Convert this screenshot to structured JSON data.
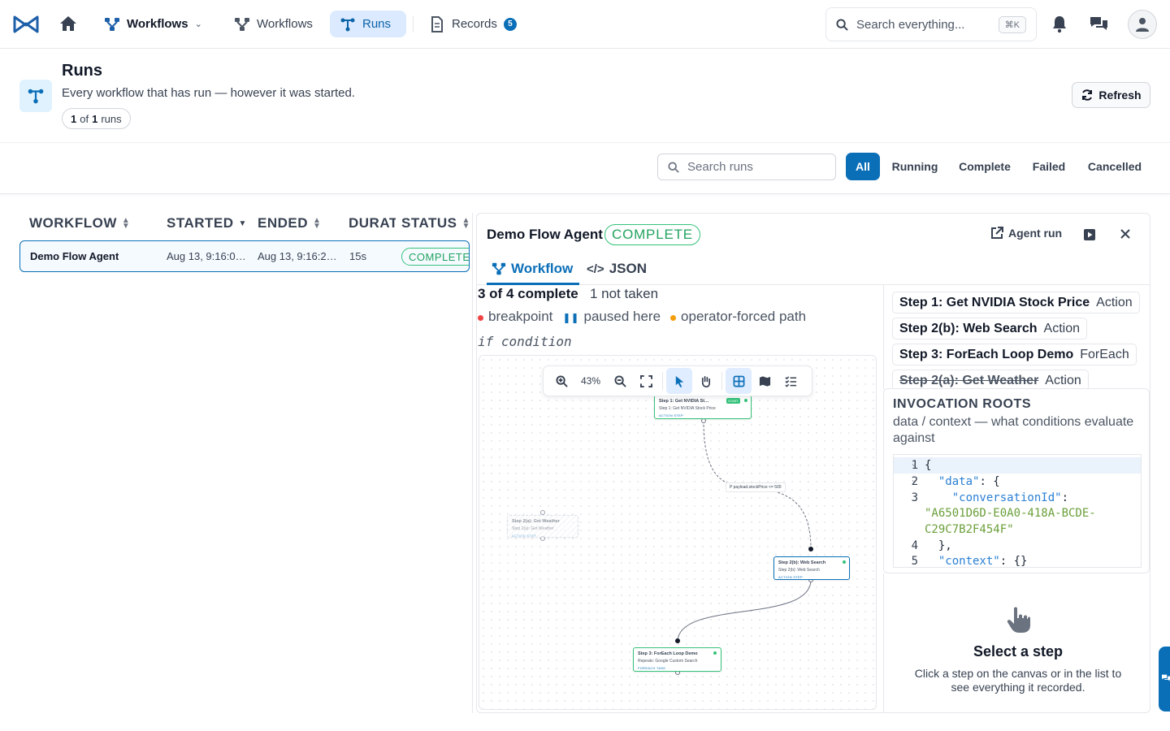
{
  "nav": {
    "workflows_dropdown": "Workflows",
    "workflows_link": "Workflows",
    "runs_link": "Runs",
    "records_link": "Records",
    "records_badge": "5",
    "search_placeholder": "Search everything...",
    "search_shortcut": "⌘K"
  },
  "header": {
    "title": "Runs",
    "subtitle": "Every workflow that has run — however it was started.",
    "count_current": "1",
    "count_of": "of",
    "count_total": "1",
    "count_unit": "runs",
    "refresh_label": "Refresh"
  },
  "filters": {
    "search_placeholder": "Search runs",
    "all": "All",
    "running": "Running",
    "complete": "Complete",
    "failed": "Failed",
    "cancelled": "Cancelled"
  },
  "table": {
    "columns": [
      "WORKFLOW",
      "STARTED",
      "ENDED",
      "DURAT",
      "STATUS"
    ],
    "rows": [
      {
        "workflow": "Demo Flow Agent",
        "started": "Aug 13, 9:16:0…",
        "ended": "Aug 13, 9:16:2…",
        "duration": "15s",
        "status": "COMPLETE"
      }
    ]
  },
  "detail": {
    "title": "Demo Flow Agent",
    "status": "COMPLETE",
    "agent_run_label": "Agent run",
    "tabs": {
      "workflow": "Workflow",
      "json": "JSON"
    },
    "progress_complete": "3 of 4 complete",
    "progress_not_taken": "1 not taken",
    "legend": {
      "breakpoint": "breakpoint",
      "paused": "paused here",
      "forced": "operator-forced path"
    },
    "if_condition": "if condition",
    "zoom": "43%",
    "nodes": {
      "step1_title": "Step 1: Get NVIDIA St…",
      "step1_sub": "Step 1: Get NVIDIA Stock Price",
      "step1_kind": "ACTION STEP",
      "step1_badge": "START",
      "step2a_title": "Step 2(a): Get Weather",
      "step2a_sub": "Step 2(a): Get Weather",
      "step2a_kind": "ACTION STEP",
      "step2b_title": "Step 2(b): Web Search",
      "step2b_sub": "Step 2(b): Web Search",
      "step2b_kind": "ACTION STEP",
      "step3_title": "Step 3: ForEach Loop Demo",
      "step3_sub": "Repeats: Google Custom Search",
      "step3_kind": "FOREACH TASK",
      "edge_label": "P payload.stockPrice <= 500"
    },
    "steps": [
      {
        "name": "Step 1: Get NVIDIA Stock Price",
        "type": "Action"
      },
      {
        "name": "Step 2(b): Web Search",
        "type": "Action"
      },
      {
        "name": "Step 3: ForEach Loop Demo",
        "type": "ForEach"
      },
      {
        "name": "Step 2(a): Get Weather",
        "type": "Action"
      }
    ],
    "invocation": {
      "title": "INVOCATION ROOTS",
      "desc": "data / context — what conditions evaluate against",
      "lines": {
        "l1": "{",
        "l2_key": "\"data\"",
        "l2_rest": ": {",
        "l3_key": "\"conversationId\"",
        "l3_rest": ":",
        "l3_val1": "\"A6501D6D-E0A0-418A-BCDE-",
        "l3_val2": "C29C7B2F454F\"",
        "l4": "},",
        "l5_key": "\"context\"",
        "l5_rest": ": {}"
      },
      "line_numbers": [
        "1",
        "2",
        "3",
        "4",
        "5"
      ]
    },
    "select_step": {
      "title": "Select a step",
      "desc": "Click a step on the canvas or in the list to see everything it recorded."
    }
  }
}
